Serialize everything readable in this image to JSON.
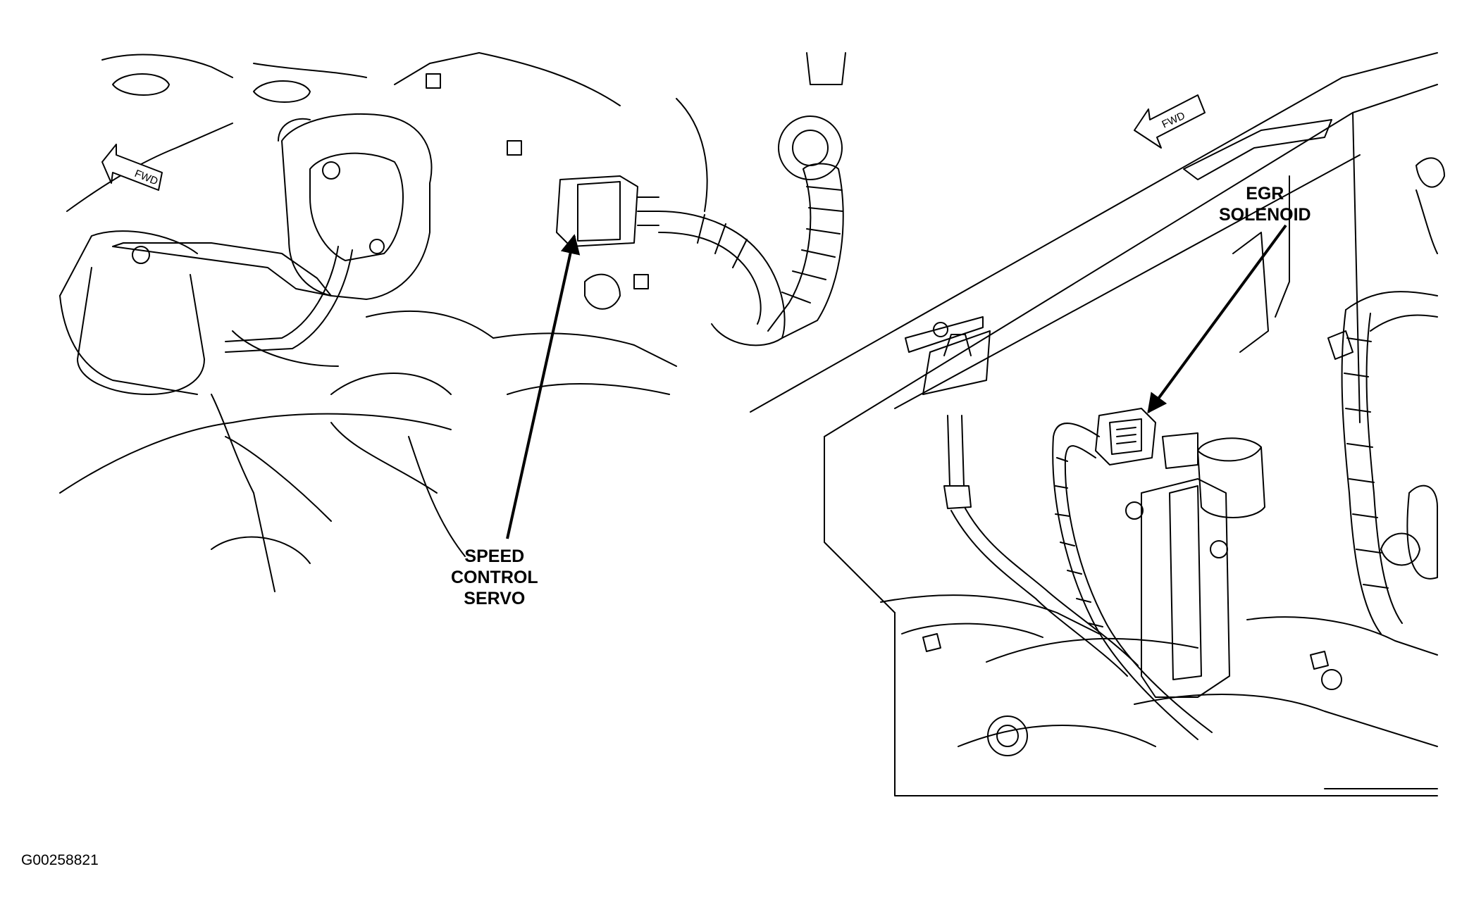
{
  "labels": {
    "speed_control_servo": [
      "SPEED",
      "CONTROL",
      "SERVO"
    ],
    "egr_solenoid": [
      "EGR",
      "SOLENOID"
    ],
    "fwd_left": "FWD",
    "fwd_right": "FWD"
  },
  "figure_id": "G00258821"
}
